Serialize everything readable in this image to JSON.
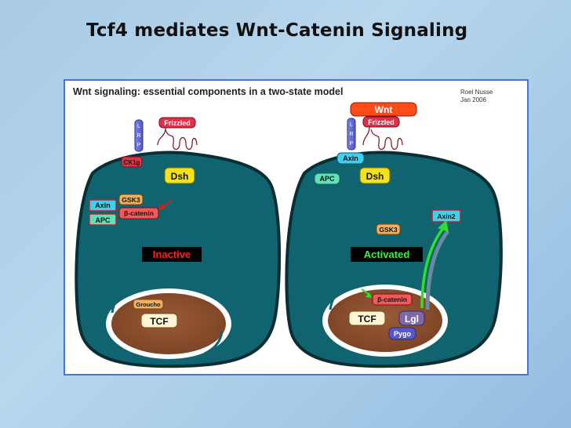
{
  "slide": {
    "title": "Tcf4 mediates Wnt-Catenin Signaling"
  },
  "figure": {
    "header": "Wnt signaling: essential components in a two-state model",
    "credit_name": "Roel Nusse",
    "credit_date": "Jan 2006",
    "inactive": {
      "lrp_letters": [
        "L",
        "R",
        "P"
      ],
      "frizzled": "Frizzled",
      "ck1": "CK1g",
      "dsh": "Dsh",
      "gsk3": "GSK3",
      "axin": "Axin",
      "apc": "APC",
      "beta_catenin": "β-catenin",
      "state_label": "Inactive",
      "groucho": "Groucho",
      "tcf": "TCF"
    },
    "active": {
      "wnt": "Wnt",
      "lrp_letters": [
        "L",
        "R",
        "P"
      ],
      "frizzled": "Frizzled",
      "axin": "Axin",
      "dsh": "Dsh",
      "apc": "APC",
      "gsk3": "GSK3",
      "axin2": "Axin2",
      "state_label": "Activated",
      "beta_catenin": "β-catenin",
      "tcf": "TCF",
      "lgl": "Lgl",
      "pygo": "Pygo"
    },
    "colors": {
      "cell_fill": "#0f6470",
      "cell_border": "#0a2e33",
      "nucleus": "#8b4f2e",
      "frizzled": "#e0304a",
      "dsh": "#f4e21a",
      "gsk3": "#f0b060",
      "axin": "#3fd0ee",
      "apc": "#5fe0b8",
      "beta_catenin": "#f05a5a",
      "inactive_text": "#ff2020",
      "active_text": "#40ee40",
      "arrow_green": "#2ee02e"
    }
  }
}
